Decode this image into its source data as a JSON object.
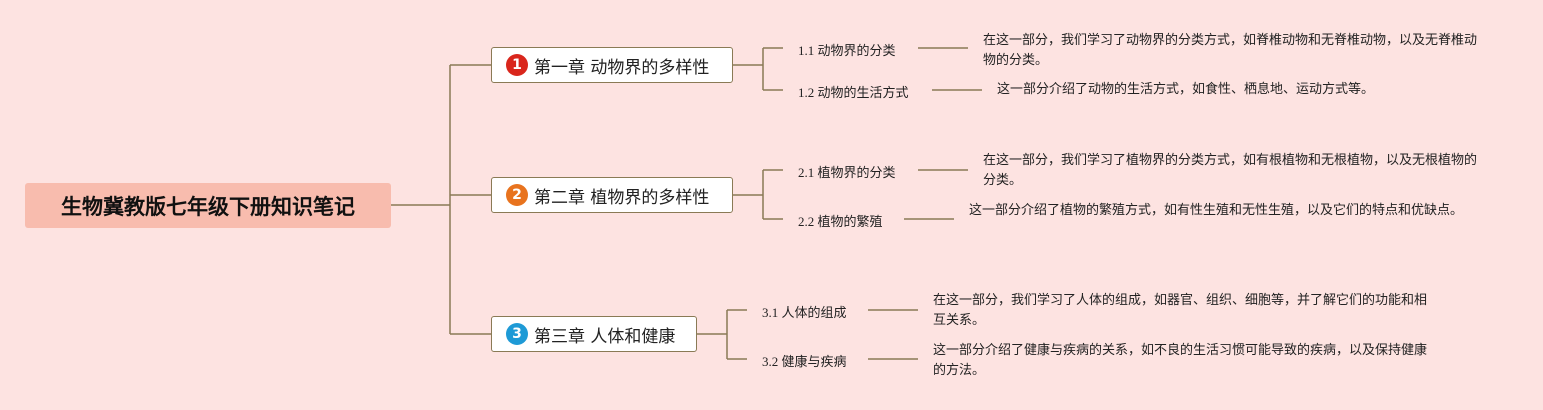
{
  "root": {
    "title": "生物冀教版七年级下册知识笔记"
  },
  "chapters": [
    {
      "number": "1",
      "title": "第一章 动物界的多样性",
      "badge_color": "#d9261c",
      "sections": [
        {
          "label": "1.1 动物界的分类",
          "desc": "在这一部分，我们学习了动物界的分类方式，如脊椎动物和无脊椎动物，以及无脊椎动物的分类。"
        },
        {
          "label": "1.2 动物的生活方式",
          "desc": "这一部分介绍了动物的生活方式，如食性、栖息地、运动方式等。"
        }
      ]
    },
    {
      "number": "2",
      "title": "第二章 植物界的多样性",
      "badge_color": "#e8731e",
      "sections": [
        {
          "label": "2.1 植物界的分类",
          "desc": "在这一部分，我们学习了植物界的分类方式，如有根植物和无根植物，以及无根植物的分类。"
        },
        {
          "label": "2.2 植物的繁殖",
          "desc": "这一部分介绍了植物的繁殖方式，如有性生殖和无性生殖，以及它们的特点和优缺点。"
        }
      ]
    },
    {
      "number": "3",
      "title": "第三章 人体和健康",
      "badge_color": "#1e9ad6",
      "sections": [
        {
          "label": "3.1 人体的组成",
          "desc": "在这一部分，我们学习了人体的组成，如器官、组织、细胞等，并了解它们的功能和相互关系。"
        },
        {
          "label": "3.2 健康与疾病",
          "desc": "这一部分介绍了健康与疾病的关系，如不良的生活习惯可能导致的疾病，以及保持健康的方法。"
        }
      ]
    }
  ],
  "colors": {
    "background": "#fde3e1",
    "root_fill": "#f8bcae",
    "connector": "#8a7a55"
  }
}
